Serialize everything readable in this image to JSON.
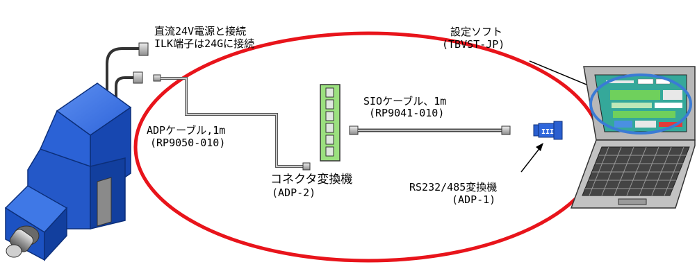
{
  "labels": {
    "power_line1": "直流24V電源と接続",
    "power_line2": "ILK端子は24Gに接続",
    "software_name": "設定ソフト",
    "software_code": "(TBVST-JP)",
    "sio_cable_name": "SIOケーブル、1m",
    "sio_cable_code": "(RP9041-010)",
    "adp_cable_name": "ADPケーブル,1m",
    "adp_cable_code": "(RP9050-010)",
    "connector_name": "コネクタ変換機",
    "connector_code": "(ADP-2)",
    "converter_name": "RS232/485変換機",
    "converter_code": "(ADP-1)"
  },
  "colors": {
    "highlight_ellipse": "#e8141b",
    "software_ellipse": "#3a7bd5",
    "motor_body": "#1f5fd6",
    "connector_board": "#9be07f",
    "screen_bg": "#35a89a"
  },
  "icons": [
    "servo-motor-icon",
    "connector-board-icon",
    "rs232-adapter-icon",
    "laptop-icon"
  ]
}
